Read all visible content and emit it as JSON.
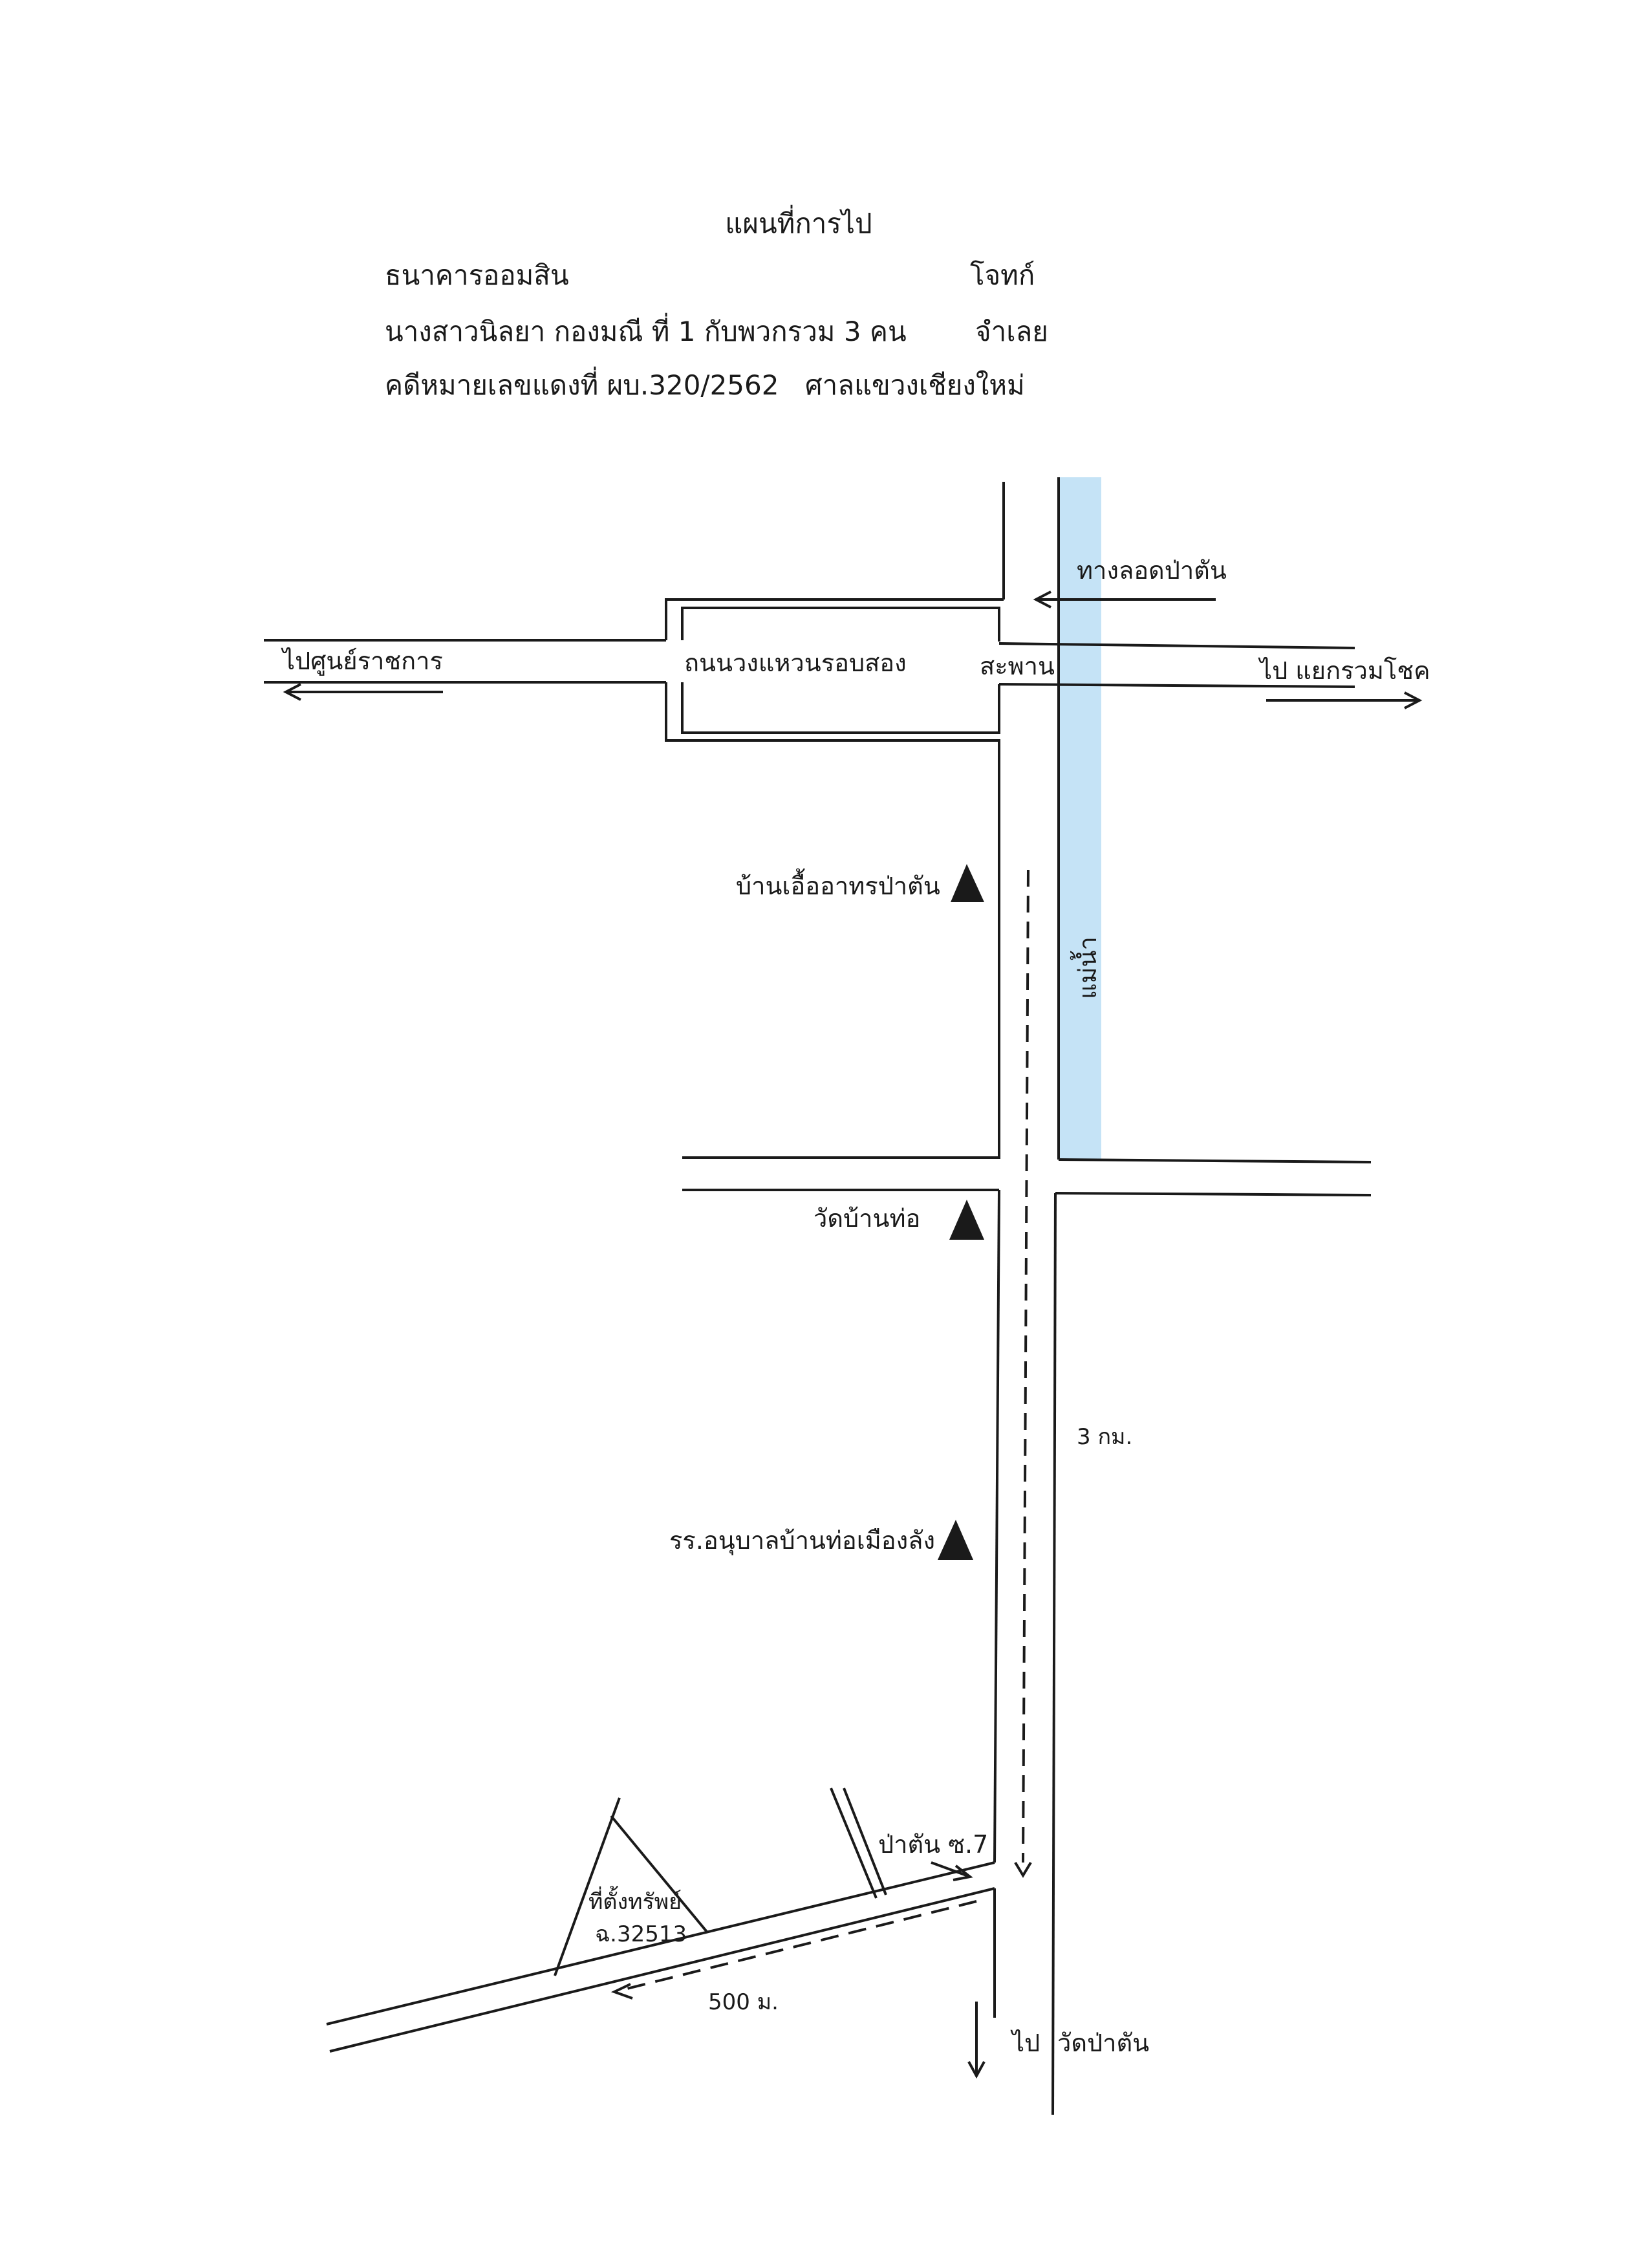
{
  "header": {
    "title": "แผนที่การไป",
    "plaintiff": "ธนาคารออมสิน",
    "plaintiff_role": "โจทก์",
    "defendant": "นางสาวนิลยา  กองมณี ที่ 1 กับพวกรวม 3 คน",
    "defendant_role": "จำเลย",
    "case_number": "คดีหมายเลขแดงที่ ผบ.320/2562",
    "court": "ศาลแขวงเชียงใหม่"
  },
  "labels": {
    "underpass": "ทางลอดป่าตัน",
    "to_government_center": "ไปศูนย์ราชการ",
    "ring_road": "ถนนวงแหวนรอบสอง",
    "bridge": "สะพาน",
    "to_ruamchok": "ไป แยกรวมโชค",
    "river": "แม่น้ำ",
    "distance_road": "3 กม.",
    "soi": "ป่าตัน ซ.7",
    "property": "ที่ตั้งทรัพย์",
    "title_deed": "ฉ.32513",
    "distance_soi": "500 ม.",
    "to_wat_patan": "ไป",
    "wat_patan": "วัดป่าตัน"
  },
  "landmarks": [
    {
      "name": "บ้านเอื้ออาทรป่าตัน",
      "icon": "triangle-icon"
    },
    {
      "name": "วัดบ้านท่อ",
      "icon": "triangle-icon"
    },
    {
      "name": "รร.อนุบาลบ้านท่อเมืองลัง",
      "icon": "triangle-icon"
    }
  ],
  "colors": {
    "river": "#c5e3f6",
    "line": "#1a1a1a"
  }
}
